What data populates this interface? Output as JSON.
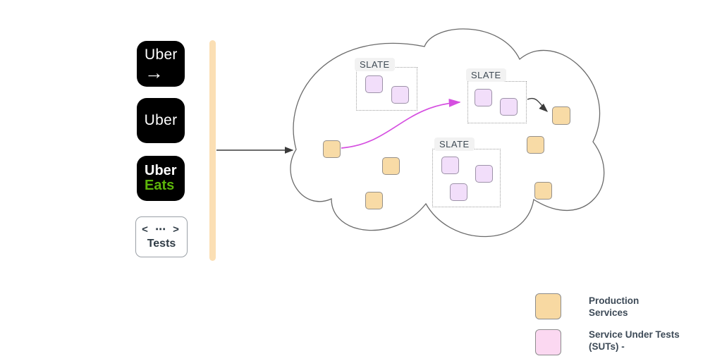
{
  "apps": {
    "driver": {
      "title": "Uber",
      "glyph": "→"
    },
    "rider": {
      "title": "Uber"
    },
    "eats": {
      "title": "Uber",
      "subtitle": "Eats",
      "subtitle_color": "#5cb50a"
    }
  },
  "tests": {
    "symbols": "< ⋯ >",
    "label": "Tests"
  },
  "cloud": {
    "groups": [
      {
        "label": "SLATE",
        "sut_count": 2
      },
      {
        "label": "SLATE",
        "sut_count": 2
      },
      {
        "label": "SLATE",
        "sut_count": 3
      }
    ],
    "production_node_count": 6
  },
  "legend": {
    "production": {
      "line1": "Production",
      "line2": "Services",
      "color": "#f8d9a2"
    },
    "sut": {
      "line1": "Service Under Tests",
      "line2": "(SUTs) -",
      "color": "#fbd8f1"
    }
  },
  "colors": {
    "bar": "#fbdfb4",
    "magenta_arrow": "#d54fe0",
    "black_arrow": "#3b3b3b",
    "cloud_stroke": "#6b6b6b",
    "app_icon_bg": "#000000"
  }
}
